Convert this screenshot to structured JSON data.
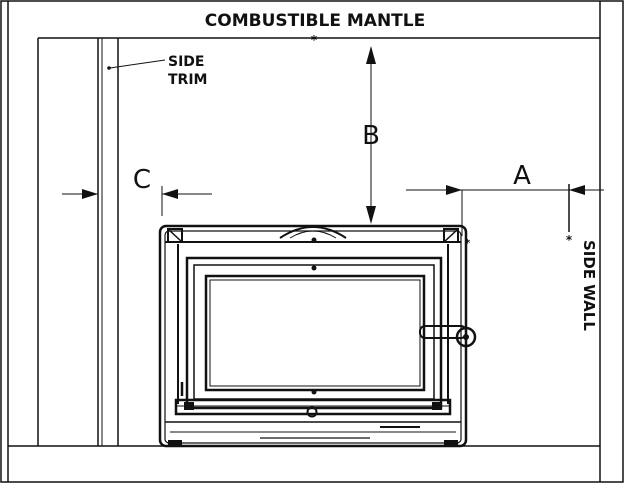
{
  "labels": {
    "mantle": "COMBUSTIBLE MANTLE",
    "side_trim_line1": "SIDE",
    "side_trim_line2": "TRIM",
    "side_wall": "SIDE WALL",
    "dim_a": "A",
    "dim_b": "B",
    "dim_c": "C"
  },
  "icons": {
    "arrowheads": "filled-triangle-arrow",
    "reference_point": "asterisk-marker"
  },
  "colors": {
    "line": "#111111",
    "background": "#ffffff"
  }
}
